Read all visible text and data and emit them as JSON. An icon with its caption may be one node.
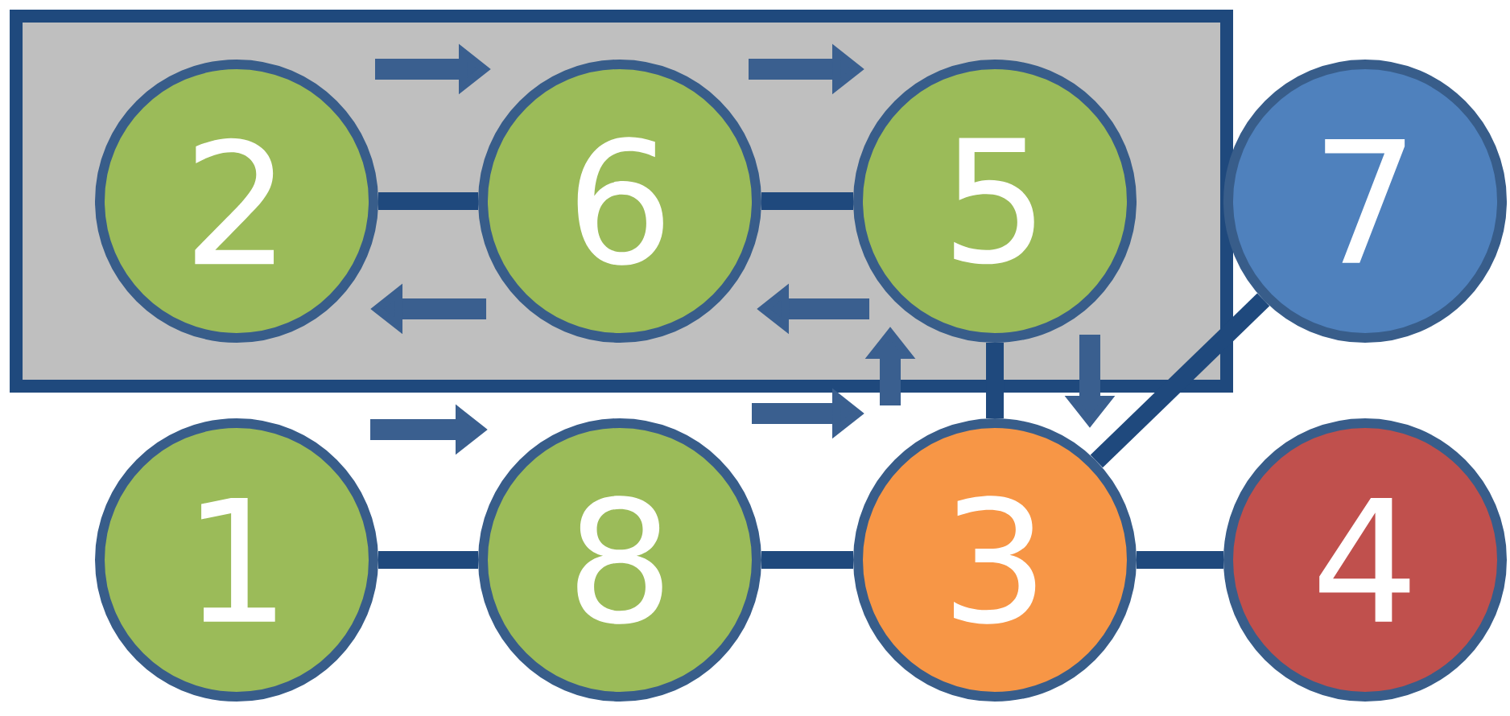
{
  "diagram": {
    "nodes": [
      {
        "text": [],
        "shape": "box"
      },
      {
        "text": [
          "2"
        ],
        "in": 0
      },
      {
        "text": [
          "6"
        ],
        "in": 0
      },
      {
        "text": [
          "5"
        ],
        "in": 0
      },
      {
        "text": [
          "7"
        ]
      },
      {
        "text": [
          "1"
        ]
      },
      {
        "text": [
          "8"
        ]
      },
      {
        "text": [
          "3"
        ]
      },
      {
        "text": [
          "4"
        ]
      }
    ],
    "edges": [
      {
        "from": 1,
        "to": 2,
        "arrow": "none"
      },
      {
        "from": 2,
        "to": 3,
        "arrow": "none"
      },
      {
        "from": 3,
        "to": 7,
        "arrow": "none"
      },
      {
        "from": 7,
        "to": 4,
        "arrow": "none"
      },
      {
        "from": 5,
        "to": 6,
        "arrow": "none"
      },
      {
        "from": 6,
        "to": 7,
        "arrow": "none"
      },
      {
        "from": 7,
        "to": 8,
        "arrow": "none"
      }
    ]
  }
}
